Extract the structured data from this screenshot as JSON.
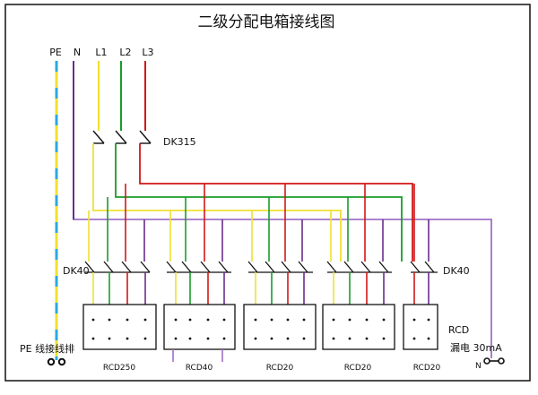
{
  "title": "二级分配电箱接线图",
  "bus": {
    "pe": "PE",
    "n": "N",
    "l1": "L1",
    "l2": "L2",
    "l3": "L3"
  },
  "main_switch": "DK315",
  "branch_switch_left": "DK40",
  "branch_switch_right": "DK40",
  "rcd_label": "RCD",
  "leak_label": "漏电 30mA",
  "pe_bar_label": "PE 线接线排",
  "n_terminal_label": "N",
  "boxes": [
    "RCD250",
    "RCD40",
    "RCD20",
    "RCD20",
    "RCD20"
  ],
  "colors": {
    "l1": "#f0e030",
    "l2": "#1a9c2a",
    "l3": "#d01818",
    "n": "#6a2c8c",
    "n_light": "#a070c8",
    "pe_yellow": "#f0e030",
    "pe_blue": "#2aa8e0",
    "wire": "#111111"
  }
}
